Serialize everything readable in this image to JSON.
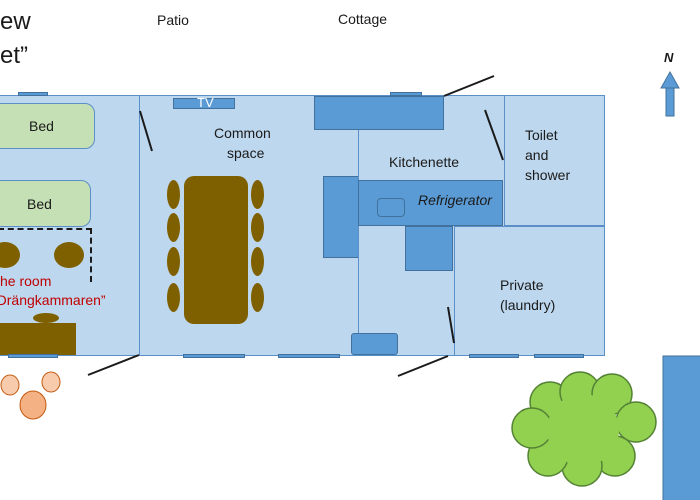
{
  "header": {
    "title_line1": "ew",
    "title_line2": "et”"
  },
  "outside_labels": {
    "patio": "Patio",
    "cottage": "Cottage"
  },
  "rooms": {
    "bed_top": "Bed",
    "bed_bottom": "Bed",
    "the_room_line1": "he room",
    "the_room_line2": "”Drängkammaren”",
    "tv": "TV",
    "common_line1": "Common",
    "common_line2": "space",
    "kitchenette": "Kitchenette",
    "refrigerator": "Refrigerator",
    "toilet_line1": "Toilet",
    "toilet_line2": "and",
    "toilet_line3": "shower",
    "private_line1": "Private",
    "private_line2": "(laundry)"
  },
  "compass": {
    "label": "N",
    "icon": "north-arrow-icon"
  },
  "colors": {
    "room_fill": "#bdd7ee",
    "wall": "#5b8fc7",
    "furniture": "#5b9bd5",
    "bed": "#c5e0b4",
    "table_wood": "#7f6000",
    "room_name_red": "#c00000",
    "tree": "#92d050",
    "flower": "#f4b183"
  }
}
